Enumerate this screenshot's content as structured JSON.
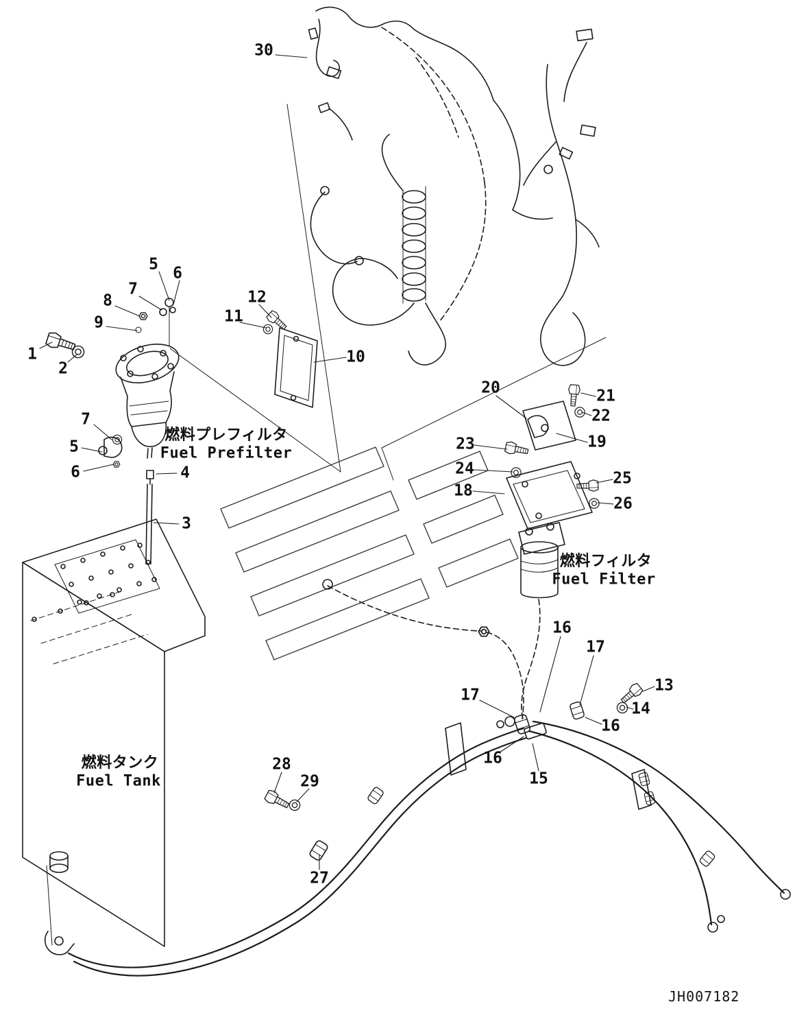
{
  "drawing": {
    "number": "JH007182"
  },
  "labels": {
    "fuel_prefilter": {
      "ja": "燃料プレフィルタ",
      "en": "Fuel Prefilter"
    },
    "fuel_filter": {
      "ja": "燃料フィルタ",
      "en": "Fuel Filter"
    },
    "fuel_tank": {
      "ja": "燃料タンク",
      "en": "Fuel Tank"
    }
  },
  "callouts": [
    {
      "label": "30"
    },
    {
      "label": "5"
    },
    {
      "label": "6"
    },
    {
      "label": "7"
    },
    {
      "label": "12"
    },
    {
      "label": "8"
    },
    {
      "label": "11"
    },
    {
      "label": "9"
    },
    {
      "label": "1"
    },
    {
      "label": "10"
    },
    {
      "label": "2"
    },
    {
      "label": "20"
    },
    {
      "label": "21"
    },
    {
      "label": "22"
    },
    {
      "label": "7"
    },
    {
      "label": "19"
    },
    {
      "label": "23"
    },
    {
      "label": "5"
    },
    {
      "label": "24"
    },
    {
      "label": "6"
    },
    {
      "label": "4"
    },
    {
      "label": "25"
    },
    {
      "label": "18"
    },
    {
      "label": "26"
    },
    {
      "label": "3"
    },
    {
      "label": "16"
    },
    {
      "label": "17"
    },
    {
      "label": "13"
    },
    {
      "label": "17"
    },
    {
      "label": "14"
    },
    {
      "label": "16"
    },
    {
      "label": "16"
    },
    {
      "label": "28"
    },
    {
      "label": "15"
    },
    {
      "label": "29"
    },
    {
      "label": "27"
    }
  ]
}
